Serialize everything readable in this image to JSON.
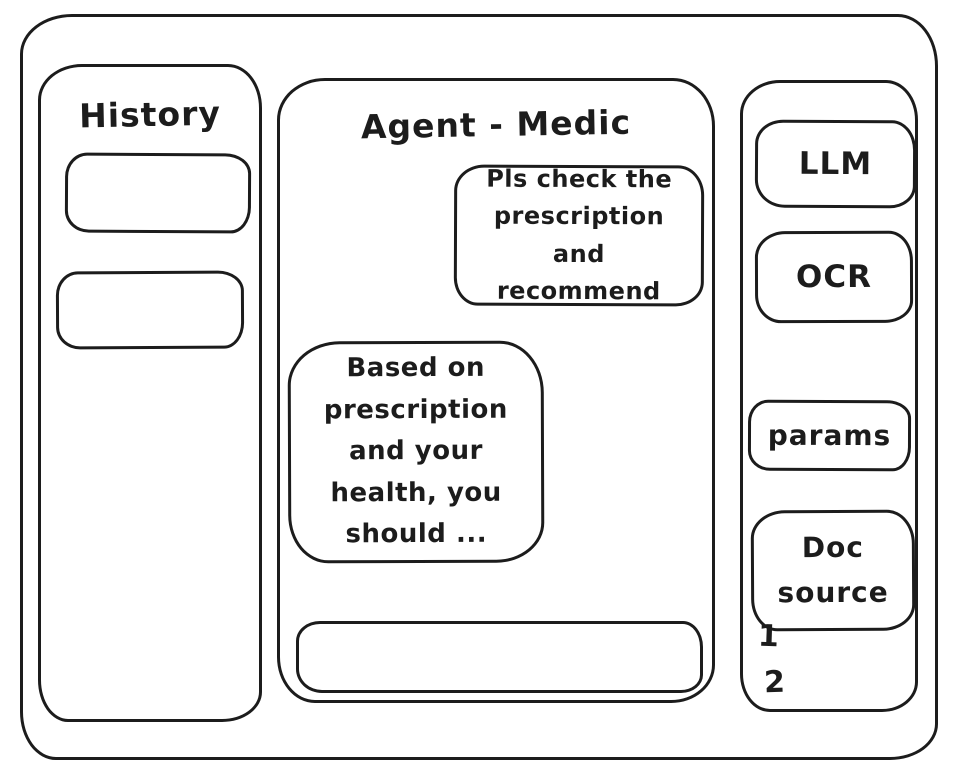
{
  "history": {
    "title": "History",
    "items": [
      "",
      ""
    ]
  },
  "chat": {
    "title": "Agent - Medic",
    "messages": [
      {
        "sender": "user",
        "text": "Pls check the prescription and recommend"
      },
      {
        "sender": "agent",
        "text": "Based on prescription and your health, you should ..."
      }
    ],
    "input_value": ""
  },
  "tools": {
    "buttons": [
      {
        "label": "LLM"
      },
      {
        "label": "OCR"
      },
      {
        "label": "params"
      },
      {
        "label": "Doc source"
      }
    ],
    "doc_items": [
      "1",
      "2"
    ]
  },
  "colors": {
    "ink": "#1c1c1c",
    "background": "#ffffff"
  }
}
